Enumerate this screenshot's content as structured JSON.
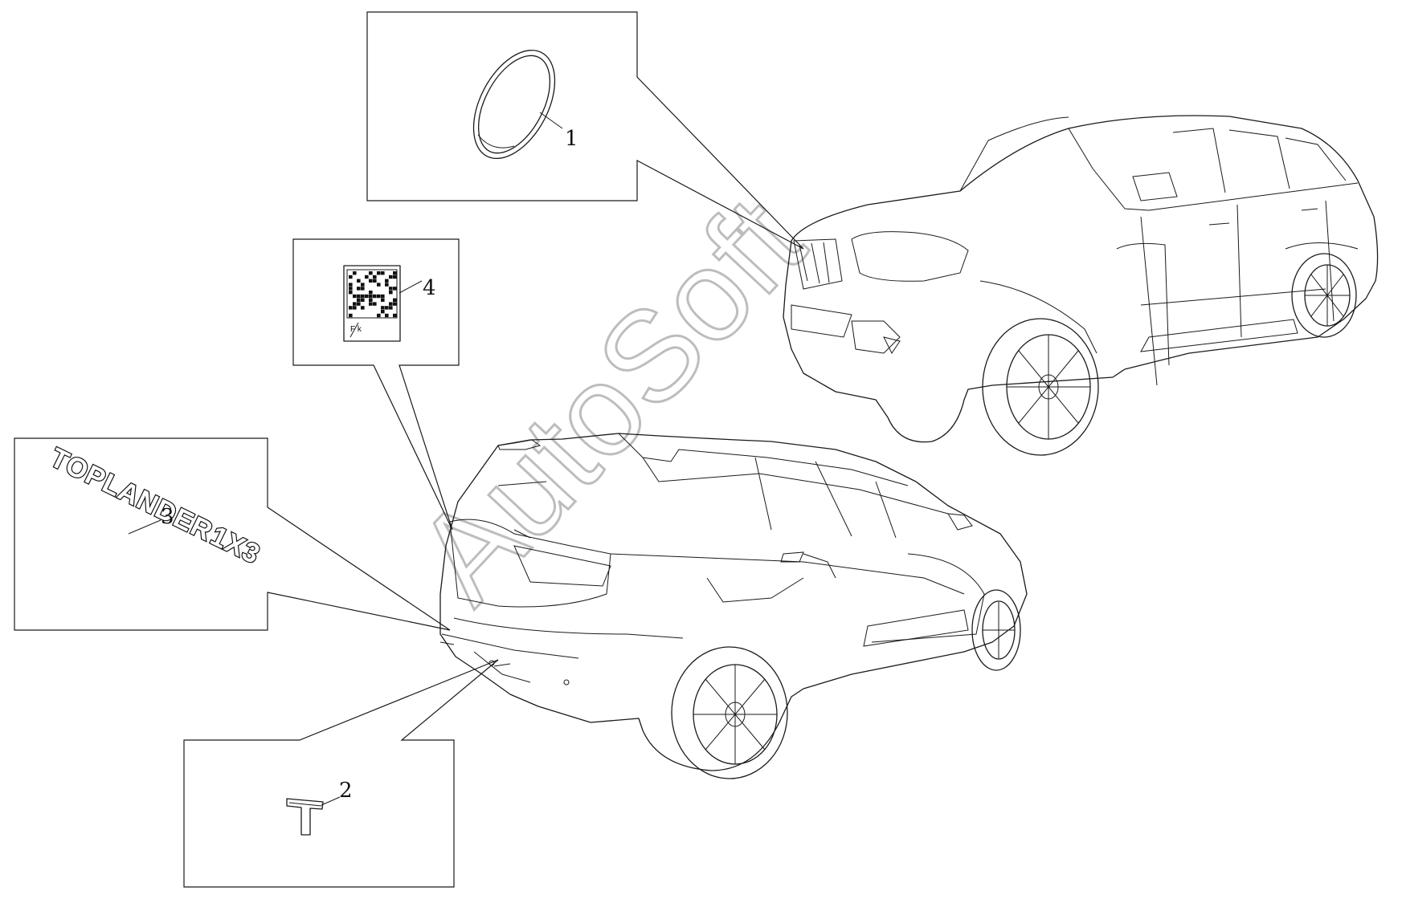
{
  "callouts": [
    {
      "id": 1,
      "label": "1",
      "part": "ring"
    },
    {
      "id": 2,
      "label": "2",
      "part": "T-emblem"
    },
    {
      "id": 3,
      "label": "3",
      "part": "model-badge"
    },
    {
      "id": 4,
      "label": "4",
      "part": "label-sticker"
    }
  ],
  "badge_text": "TOPLANDER",
  "badge_suffix": "1X3",
  "watermark": "AutoSoft",
  "colors": {
    "ink": "#1a1a1a",
    "watermark": "#bdbdbd",
    "background": "#ffffff"
  }
}
